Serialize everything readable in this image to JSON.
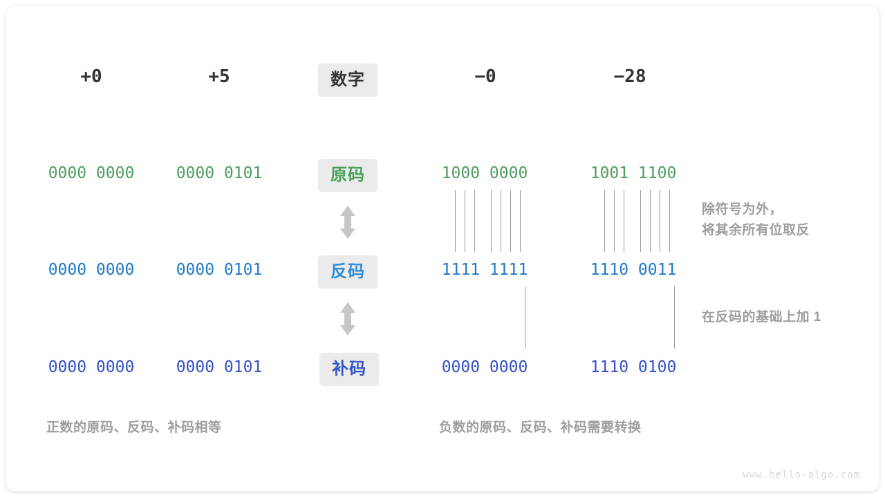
{
  "diagram": {
    "title_row": {
      "label": "数字",
      "columns": [
        "+0",
        "+5",
        "−0",
        "−28"
      ]
    },
    "rows": [
      {
        "key": "true_form",
        "label": "原码",
        "color": "#4e9b61",
        "values": [
          "0000 0000",
          "0000 0101",
          "1000 0000",
          "1001 1100"
        ]
      },
      {
        "key": "ones_complement",
        "label": "反码",
        "color": "#2079c8",
        "values": [
          "0000 0000",
          "0000 0101",
          "1111 1111",
          "1110 0011"
        ]
      },
      {
        "key": "twos_complement",
        "label": "补码",
        "color": "#3450c8",
        "values": [
          "0000 0000",
          "0000 0101",
          "0000 0000",
          "1110 0100"
        ]
      }
    ],
    "annotations": [
      {
        "key": "invert-bits",
        "text": "除符号为外，\n将其余所有位取反"
      },
      {
        "key": "add-one",
        "text": "在反码的基础上加 1"
      }
    ],
    "captions": [
      {
        "key": "positive",
        "text": "正数的原码、反码、补码相等"
      },
      {
        "key": "negative",
        "text": "负数的原码、反码、补码需要转换"
      }
    ],
    "watermark": "www.hello-algo.com",
    "colors": {
      "chip_background": "#ebebeb",
      "header_text": "#333333",
      "annotation_text": "#9e9e9e",
      "connector_line": "#9a9a9a",
      "arrow": "#c6c6c6",
      "true_form": "#4e9b61",
      "ones_complement": "#2079c8",
      "twos_complement": "#3450c8"
    }
  }
}
